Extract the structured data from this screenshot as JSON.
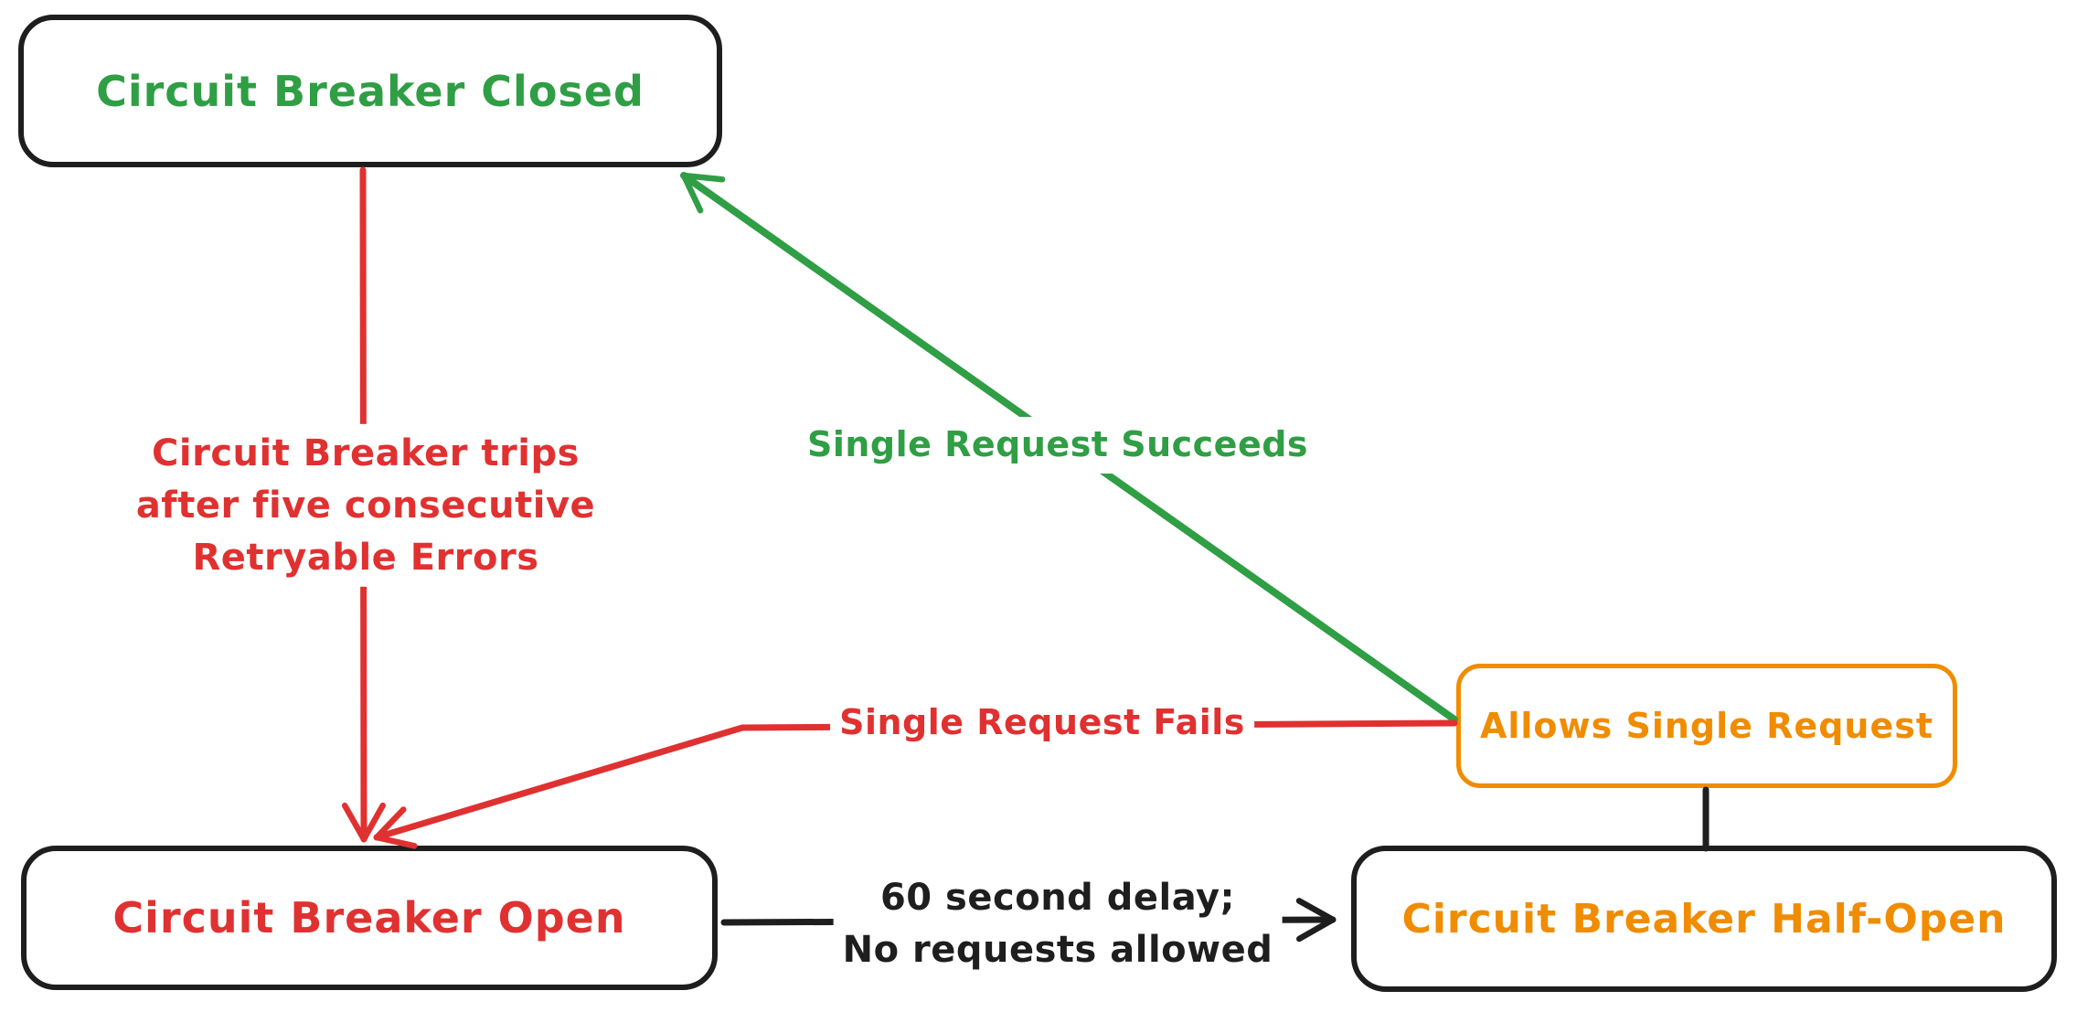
{
  "colors": {
    "green": "#2f9e44",
    "red": "#e03131",
    "orange": "#f08c00",
    "ink": "#1e1e1e",
    "background": "#ffffff"
  },
  "nodes": {
    "closed": {
      "label": "Circuit Breaker Closed"
    },
    "open": {
      "label": "Circuit Breaker Open"
    },
    "half_open": {
      "label": "Circuit Breaker Half-Open"
    },
    "allows": {
      "label": "Allows Single Request"
    }
  },
  "edges": {
    "trips": {
      "lines": [
        "Circuit Breaker trips",
        "after five consecutive",
        "Retryable Errors"
      ],
      "from": "closed",
      "to": "open",
      "color": "#e03131"
    },
    "succeeds": {
      "label": "Single Request Succeeds",
      "from": "allows",
      "to": "closed",
      "color": "#2f9e44"
    },
    "fails": {
      "label": "Single Request Fails",
      "from": "allows",
      "to": "open",
      "color": "#e03131"
    },
    "delay": {
      "lines": [
        "60 second delay;",
        "No requests allowed"
      ],
      "from": "open",
      "to": "half_open",
      "color": "#1e1e1e"
    },
    "allows_connector": {
      "from": "half_open",
      "to": "allows",
      "color": "#1e1e1e"
    }
  }
}
